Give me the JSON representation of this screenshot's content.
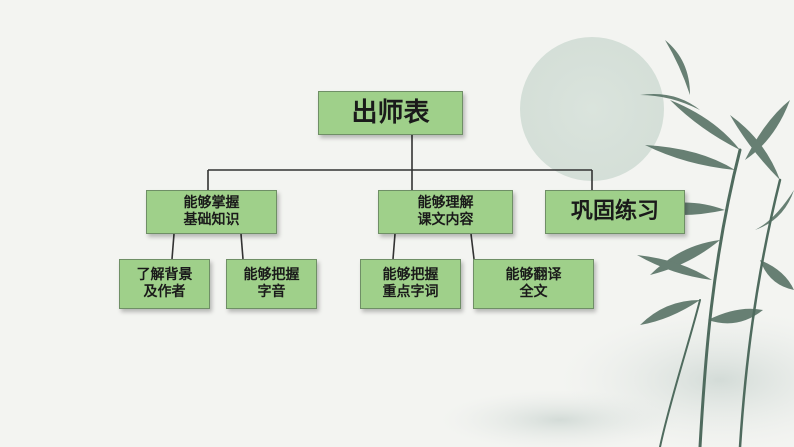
{
  "diagram": {
    "root": {
      "label": "出师表"
    },
    "branches": [
      {
        "lines": [
          "能够掌握",
          "基础知识"
        ],
        "children": [
          {
            "lines": [
              "了解背景",
              "及作者"
            ]
          },
          {
            "lines": [
              "能够把握",
              "字音"
            ]
          }
        ]
      },
      {
        "lines": [
          "能够理解",
          "课文内容"
        ],
        "children": [
          {
            "lines": [
              "能够把握",
              "重点字词"
            ]
          },
          {
            "lines": [
              "能够翻译",
              "全文"
            ]
          }
        ]
      },
      {
        "lines": [
          "巩固练习"
        ],
        "children": []
      }
    ]
  },
  "colors": {
    "node_fill": "#9fd08a",
    "node_border": "#6f8f66",
    "connector": "#333333",
    "background": "#f3f4f1",
    "moon": "#d9e3dc",
    "bamboo": "#4f6b5e"
  }
}
